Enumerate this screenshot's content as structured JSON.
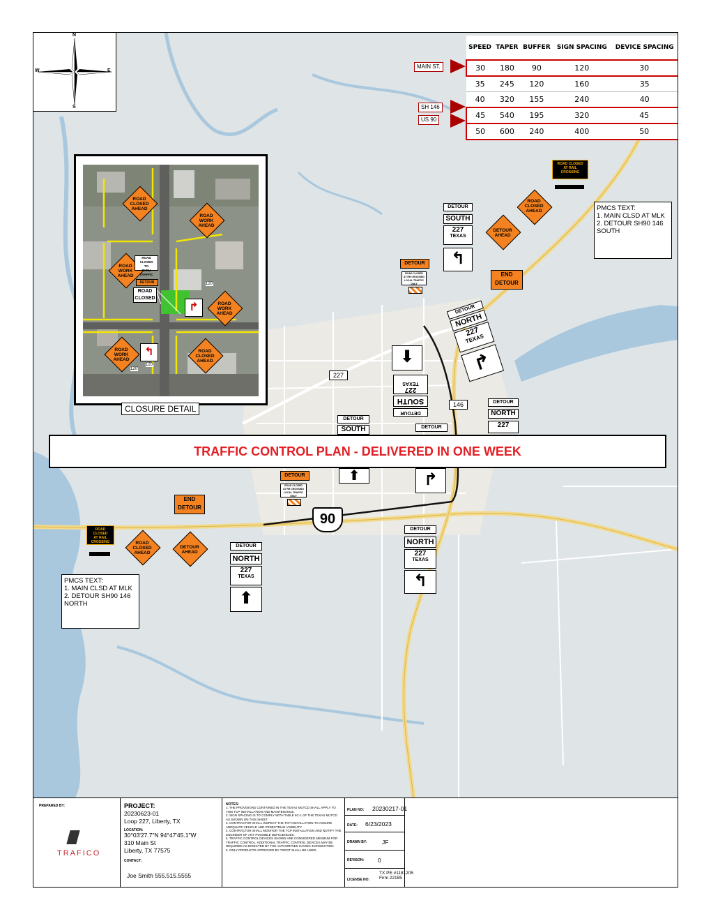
{
  "compass": {
    "n": "N",
    "s": "S",
    "e": "E",
    "w": "W"
  },
  "speed_table": {
    "headers": [
      "SPEED",
      "TAPER",
      "BUFFER",
      "SIGN SPACING",
      "DEVICE SPACING"
    ],
    "rows": [
      {
        "label": "MAIN ST.",
        "values": [
          "30",
          "180",
          "90",
          "120",
          "30"
        ],
        "highlight": true
      },
      {
        "label": "",
        "values": [
          "35",
          "245",
          "120",
          "160",
          "35"
        ],
        "highlight": false
      },
      {
        "label": "",
        "values": [
          "40",
          "320",
          "155",
          "240",
          "40"
        ],
        "highlight": false
      },
      {
        "label": "SH 146",
        "values": [
          "45",
          "540",
          "195",
          "320",
          "45"
        ],
        "highlight": true
      },
      {
        "label": "US 90",
        "values": [
          "50",
          "600",
          "240",
          "400",
          "50"
        ],
        "highlight": true
      }
    ]
  },
  "inset": {
    "label": "CLOSURE DETAIL",
    "dist1": "120'",
    "dist2": "120'",
    "dist3": "120'"
  },
  "signs": {
    "road_closed_ahead": [
      "ROAD",
      "CLOSED",
      "AHEAD"
    ],
    "road_work_ahead": [
      "ROAD",
      "WORK",
      "AHEAD"
    ],
    "detour_ahead": [
      "DETOUR",
      "AHEAD"
    ],
    "end_detour": [
      "END",
      "DETOUR"
    ],
    "detour": "DETOUR",
    "south": "SOUTH",
    "north": "NORTH",
    "route_num": "227",
    "texas": "TEXAS",
    "road_closed": [
      "ROAD",
      "CLOSED"
    ],
    "road_closed_thru": [
      "ROAD CLOSED",
      "TO",
      "THRU TRAFFIC"
    ],
    "rr_crossing": [
      "ROAD CLOSED",
      "AT RR CROSSING",
      "LOCAL TRAFFIC ONLY"
    ],
    "us_route": "90",
    "pmcs_msg": [
      "ROAD CLOSED",
      "AT RAIL",
      "CROSSING"
    ]
  },
  "route_labels": {
    "r227": "227",
    "r146": "146"
  },
  "pmcs_south": {
    "title": "PMCS TEXT:",
    "line1": "1.  MAIN CLSD AT MLK",
    "line2": "2.  DETOUR SH90 146 SOUTH"
  },
  "pmcs_north": {
    "title": "PMCS TEXT:",
    "line1": "1.  MAIN CLSD AT MLK",
    "line2": "2.  DETOUR SH90 146 NORTH"
  },
  "banner": "TRAFFIC CONTROL PLAN - DELIVERED IN ONE WEEK",
  "title_block": {
    "prepared_by": "PREPARED BY:",
    "company": "TRAFICO",
    "project_label": "PROJECT:",
    "project_no": "20230623-01",
    "project_name": "Loop 227, Liberty, TX",
    "location_label": "LOCATION:",
    "coords": "30°03'27.7\"N 94°47'45.1\"W",
    "addr1": "310 Main St",
    "addr2": "Liberty, TX 77575",
    "contact_label": "CONTACT:",
    "contact": "Joe Smith 555.515.5555",
    "notes_label": "NOTES:",
    "notes": [
      "1. THE PROVISIONS CONTAINED IN THE TEXAS MUTCD SHALL APPLY TO THIS TCP INSTALLATION AND MAINTENANCE.",
      "2. SIGN SPACING IS TO COMPLY WITH TABLE 6C-1 OF THE TEXAS MUTCD AS SHOWN ON THIS SHEET.",
      "3. CONTRACTOR SHALL INSPECT THE TCP INSTALLATION TO ASSURE ADEQUATE VEHICLE AND PEDESTRIAN VISIBILITY.",
      "4. CONTRACTOR SHALL MONITOR THE TCP INSTALLATION AND NOTIFY THE ENGINEER OF ANY POSSIBLE DEFICIENCIES.",
      "5. TRAFFIC CONTROL DEVICES SHOWN ARE CONSIDERED MINIMUM FOR TRAFFIC CONTROL. ADDITIONAL TRAFFIC CONTROL DEVICES MAY BE REQUIRED AS DIRECTED BY THE AUTHORITIES HAVING JURISDICTION.",
      "6. ONLY PRODUCTS APPROVED BY TXDOT SHALL BE USED."
    ],
    "plan_label": "PLAN NO:",
    "plan_no": "20230217-01",
    "date_label": "DATE:",
    "date": "6/23/2023",
    "drawn_label": "DRAWN BY:",
    "drawn": "JF",
    "rev_label": "REVISON:",
    "rev": "0",
    "license_label": "LICENSE NO:",
    "license1": "TX PE #1181205",
    "license2": "Firm 22185"
  }
}
